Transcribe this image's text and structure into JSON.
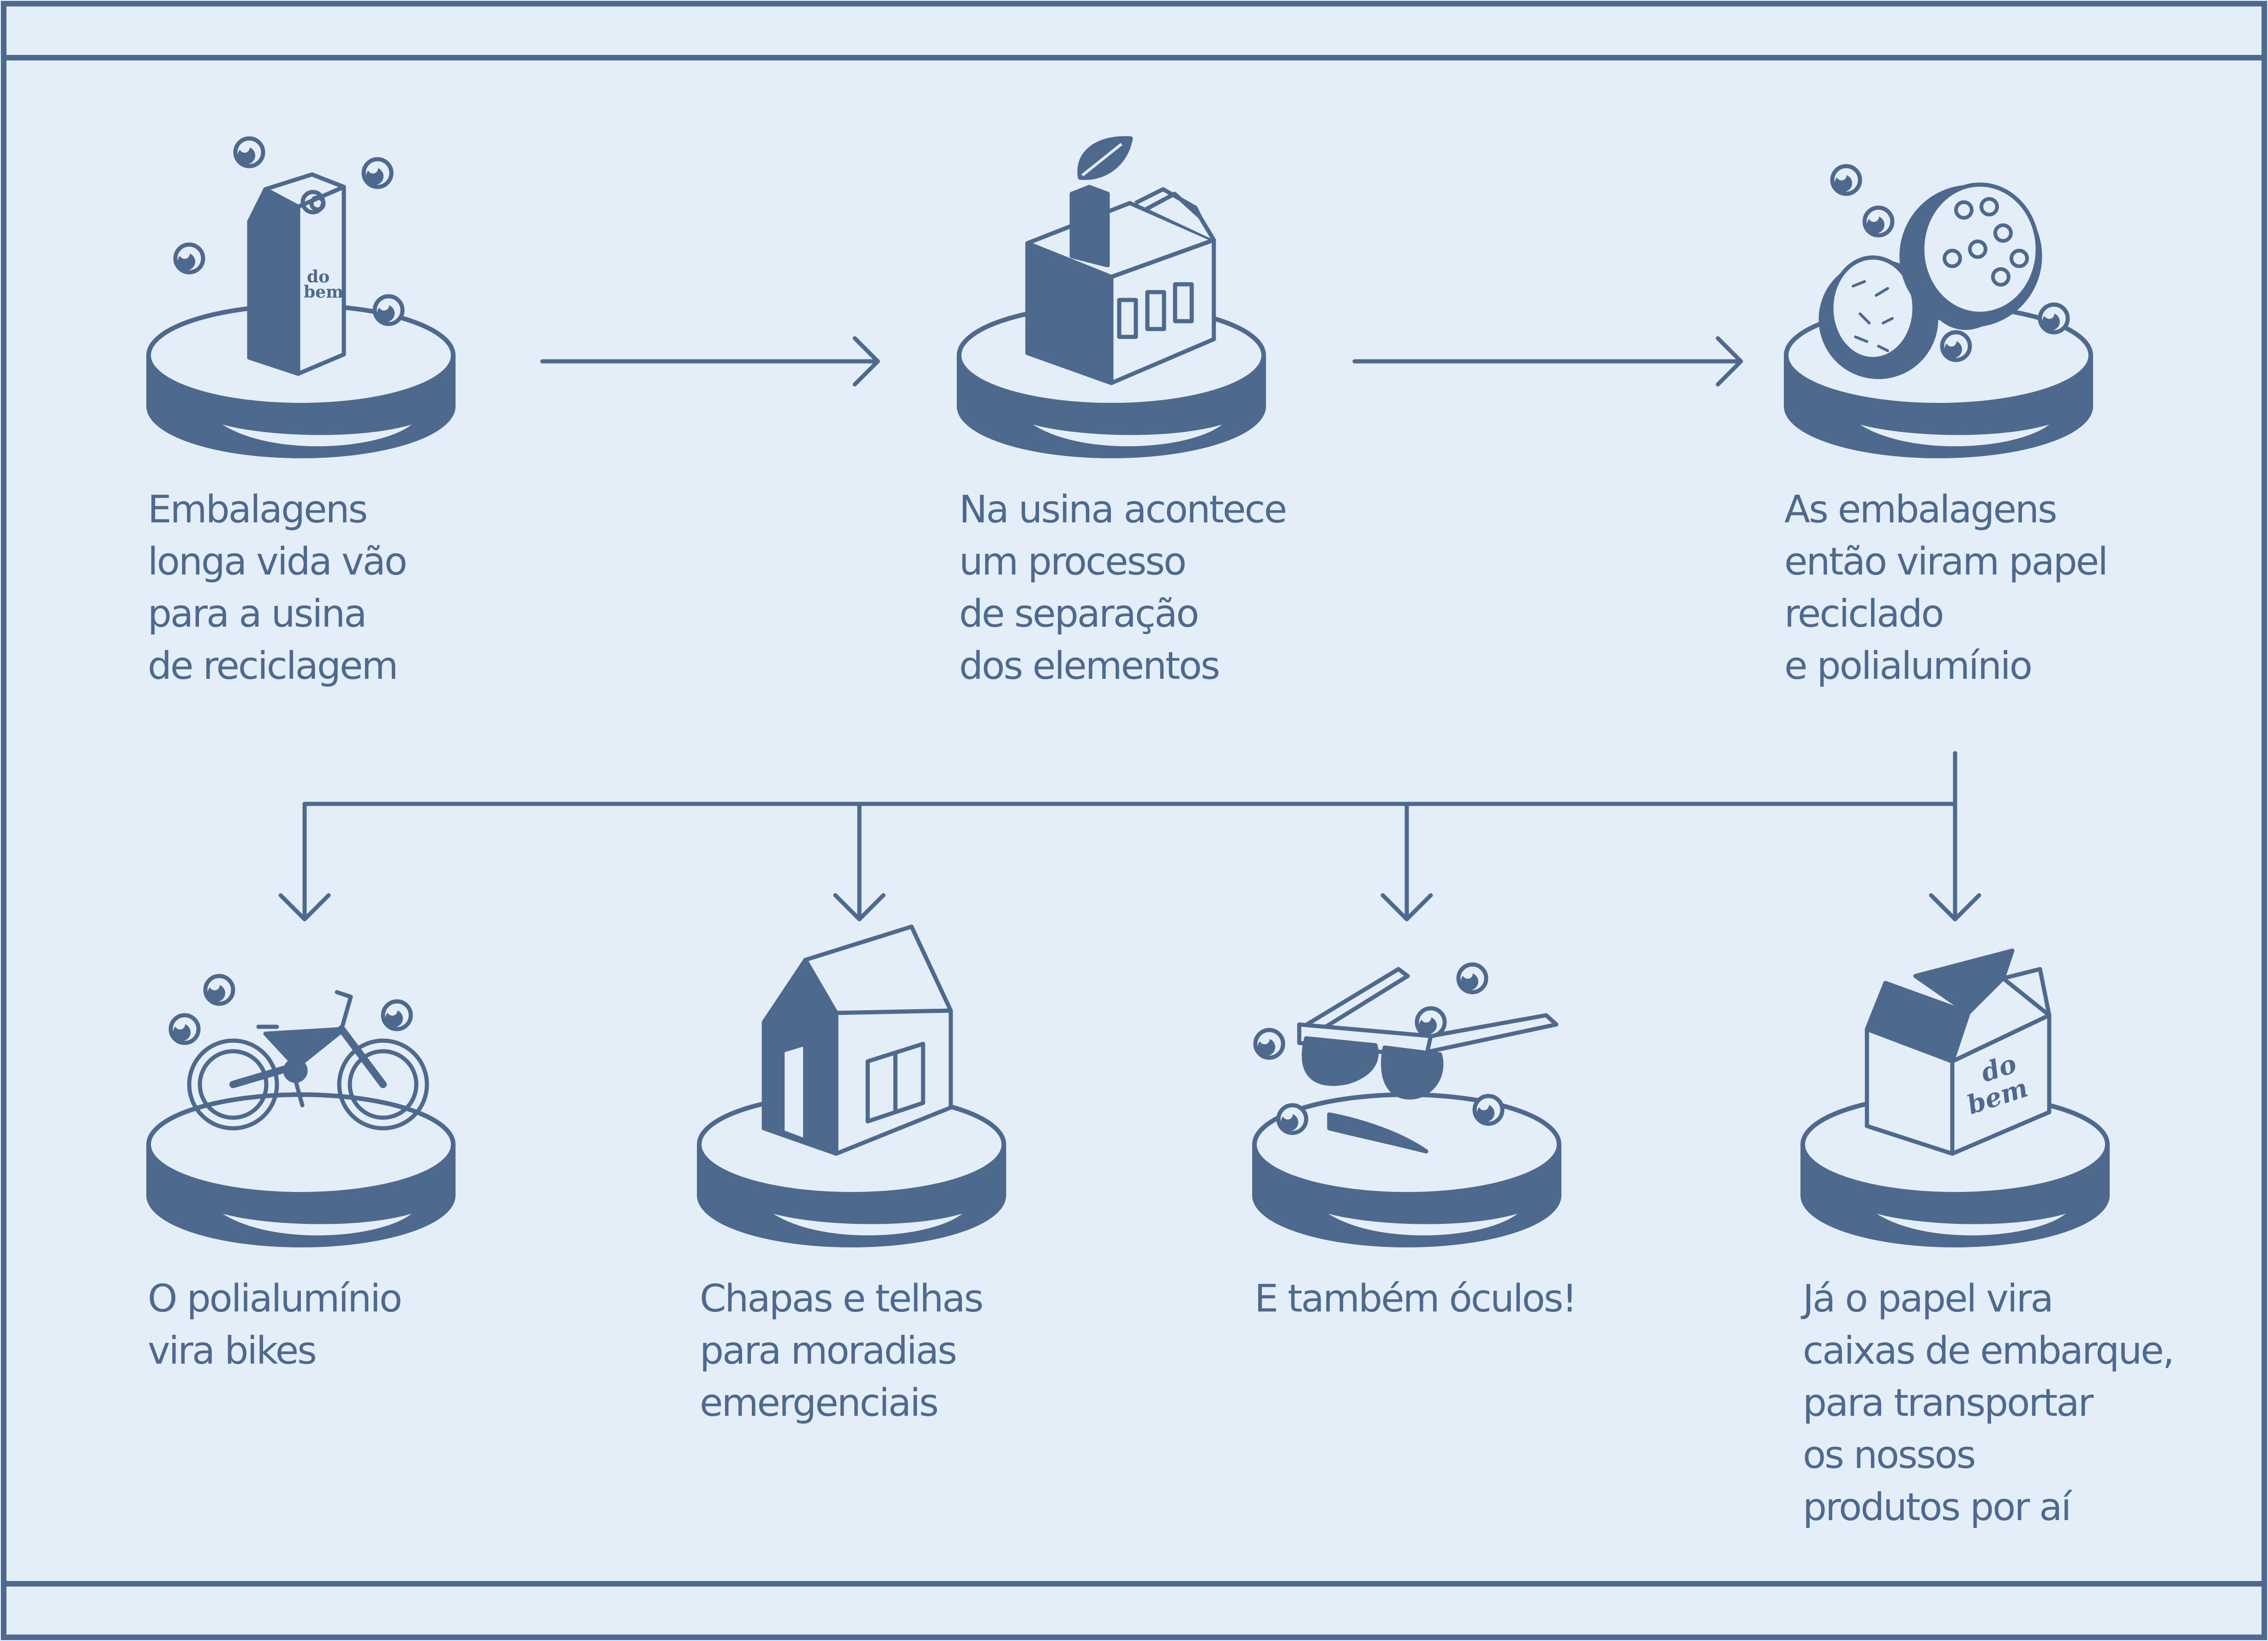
{
  "colors": {
    "background": "#e4eef9",
    "ink": "#4d6a8e"
  },
  "brand": {
    "line1": "do",
    "line2": "bem"
  },
  "steps": [
    {
      "icon": "milk-carton-icon",
      "lines": [
        "Embalagens",
        "longa vida vão",
        "para a usina",
        "de reciclagem"
      ]
    },
    {
      "icon": "factory-icon",
      "lines": [
        "Na usina acontece",
        "um processo",
        "de separação",
        "dos elementos"
      ]
    },
    {
      "icon": "paper-rolls-icon",
      "lines": [
        "As embalagens",
        "então viram papel",
        "reciclado",
        "e polialumínio"
      ]
    }
  ],
  "outcomes": [
    {
      "icon": "bicycle-icon",
      "lines": [
        "O polialumínio",
        "vira bikes"
      ]
    },
    {
      "icon": "house-icon",
      "lines": [
        "Chapas e telhas",
        "para moradias",
        "emergenciais"
      ]
    },
    {
      "icon": "sunglasses-icon",
      "lines": [
        "E também óculos!"
      ]
    },
    {
      "icon": "box-icon",
      "lines": [
        "Já o papel vira",
        "caixas de embarque,",
        "para transportar",
        "os nossos",
        "produtos por aí"
      ]
    }
  ]
}
